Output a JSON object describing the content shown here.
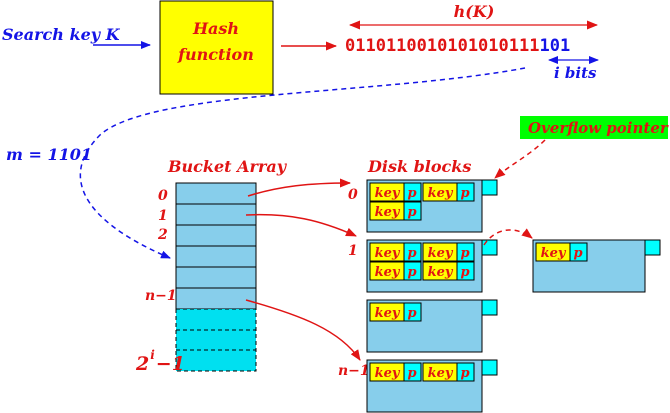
{
  "search_key": "Search key K",
  "hash_function": [
    "Hash",
    "function"
  ],
  "hash_label": "h(K)",
  "bits_prefix": "0110110010101010111",
  "bits_suffix": "101",
  "i_bits": "i bits",
  "m_label": "m = 1101",
  "bucket_array_title": "Bucket Array",
  "disk_blocks_title": "Disk blocks",
  "overflow_pointer": "Overflow pointer",
  "bucket_indices": [
    "0",
    "1",
    "2",
    "n−1"
  ],
  "bottom_index": {
    "base": "2",
    "sup": "i",
    "tail": "−1"
  },
  "block_indices": [
    "0",
    "1",
    "n−1"
  ],
  "record": {
    "key": "key",
    "pointer": "p"
  },
  "colors": {
    "blue": "#1414e6",
    "red": "#e01414",
    "hash_box": "#ffff00",
    "bucket": "#87ceeb",
    "bucket_spare": "#00e0f0",
    "block": "#87ceeb",
    "key_cell": "#ffff00",
    "ptr_cell": "#00ffff",
    "overflow_tag": "#00ff00"
  }
}
